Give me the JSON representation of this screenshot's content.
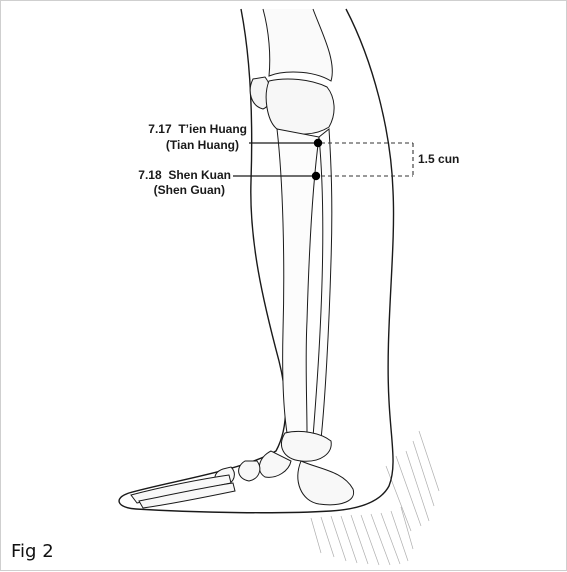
{
  "points": [
    {
      "code": "7.17",
      "name": "T’ien Huang",
      "alt": "(Tian Huang)"
    },
    {
      "code": "7.18",
      "name": "Shen Kuan",
      "alt": "(Shen Guan)"
    }
  ],
  "measurement": {
    "label": "1.5 cun"
  },
  "caption": {
    "text": "Fig 2"
  },
  "colors": {
    "ink": "#1a1a1a",
    "point": "#000000",
    "background": "#ffffff",
    "shade": "#8a8a8a"
  }
}
